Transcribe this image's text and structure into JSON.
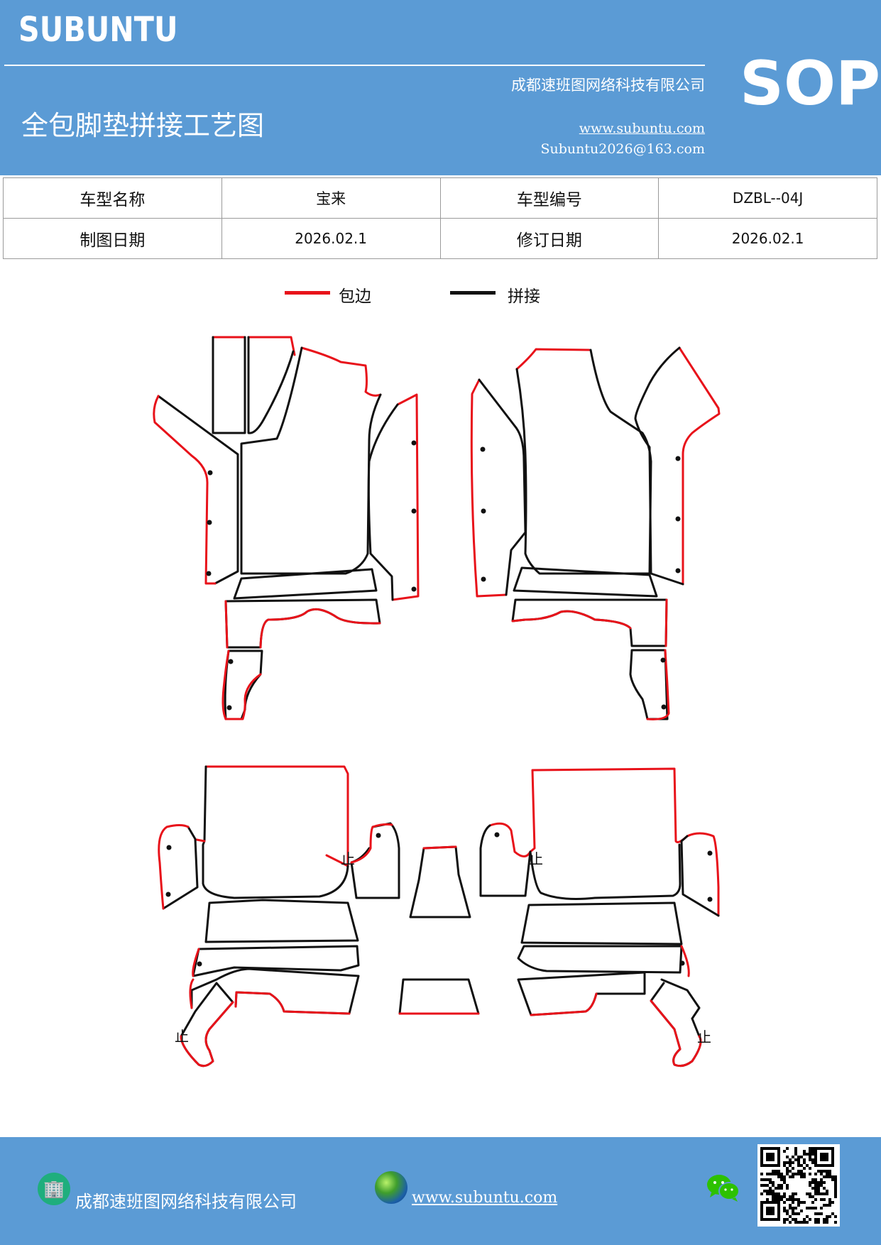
{
  "header": {
    "brand": "SUBUNTU",
    "company": "成都速班图网络科技有限公司",
    "badge": "SOP",
    "title": "全包脚垫拼接工艺图",
    "website": "www.subuntu.com",
    "email": "Subuntu2026@163.com"
  },
  "info_table": {
    "row1": {
      "label1": "车型名称",
      "value1": "宝来",
      "label2": "车型编号",
      "value2": "DZBL--04J"
    },
    "row2": {
      "label1": "制图日期",
      "value1": "2026.02.1",
      "label2": "修订日期",
      "value2": "2026.02.1"
    }
  },
  "legend": {
    "edge_label": "包边",
    "edge_color": "#e8121a",
    "seam_label": "拼接",
    "seam_color": "#111111"
  },
  "drawing": {
    "stop_mark": "止"
  },
  "footer": {
    "company": "成都速班图网络科技有限公司",
    "website": "www.subuntu.com ",
    "icons": [
      "building-icon",
      "globe-icon",
      "wechat-icon",
      "qr-code"
    ]
  }
}
